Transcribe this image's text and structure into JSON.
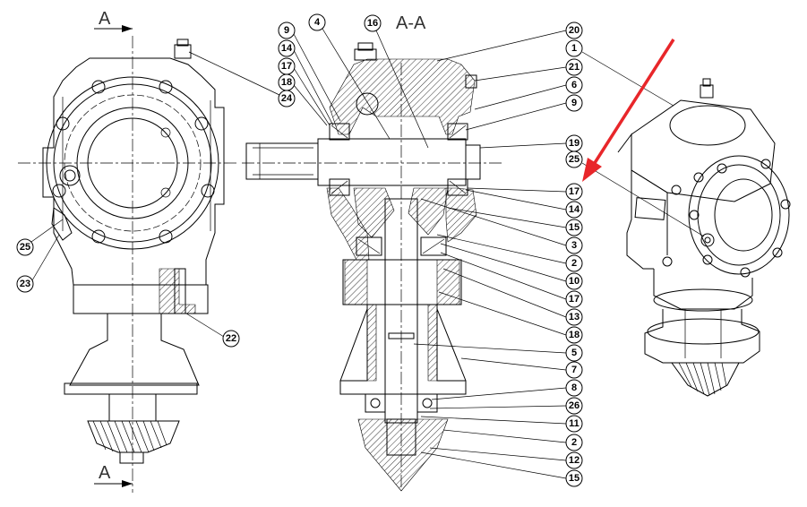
{
  "section_marks": {
    "top": "A",
    "bottom": "A",
    "section_title": "A-A"
  },
  "callouts_left": [
    "24",
    "25",
    "23",
    "22"
  ],
  "callouts_section_left": [
    "9",
    "14",
    "17",
    "18",
    "4",
    "16"
  ],
  "callouts_section_right": [
    "20",
    "21",
    "6",
    "9",
    "19",
    "17",
    "14",
    "15",
    "3",
    "2",
    "10",
    "17",
    "13",
    "18",
    "5",
    "7",
    "8",
    "26",
    "11",
    "2",
    "12",
    "15"
  ],
  "callouts_iso": [
    "1",
    "25"
  ],
  "colors": {
    "arrow": "#e8262a",
    "line": "#000000",
    "background": "#ffffff"
  }
}
